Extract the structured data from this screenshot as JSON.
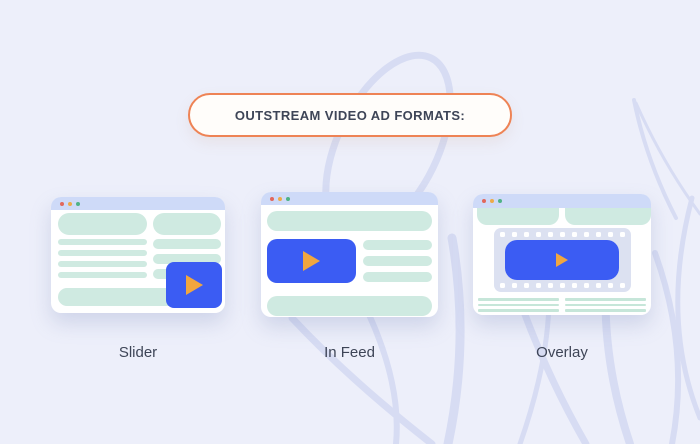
{
  "illustration": {
    "badge": {
      "label": "OUTSTREAM VIDEO AD FORMATS:"
    },
    "formats": [
      {
        "label": "Slider"
      },
      {
        "label": "In Feed"
      },
      {
        "label": "Overlay"
      }
    ]
  },
  "icons": {
    "play_button": "play-triangle-icon",
    "window_dots": [
      "dot-red-icon",
      "dot-yellow-icon",
      "dot-green-icon"
    ]
  },
  "colors": {
    "page_bg": "#edeffa",
    "badge_border": "#ee8355",
    "badge_bg": "#fffdfa",
    "text_dark": "#3e4557",
    "mint": "#cfeae1",
    "mint_line": "#c6e6d9",
    "window_bar": "#cedaf8",
    "window_bg": "#ffffff",
    "player_blue": "#3b5cf3",
    "play_orange": "#f1a63f",
    "dot_red": "#e2685c",
    "dot_yellow": "#edab49",
    "dot_green": "#4fb287",
    "film_strip": "#dce1f1",
    "decoration": "#d7dcf3"
  }
}
